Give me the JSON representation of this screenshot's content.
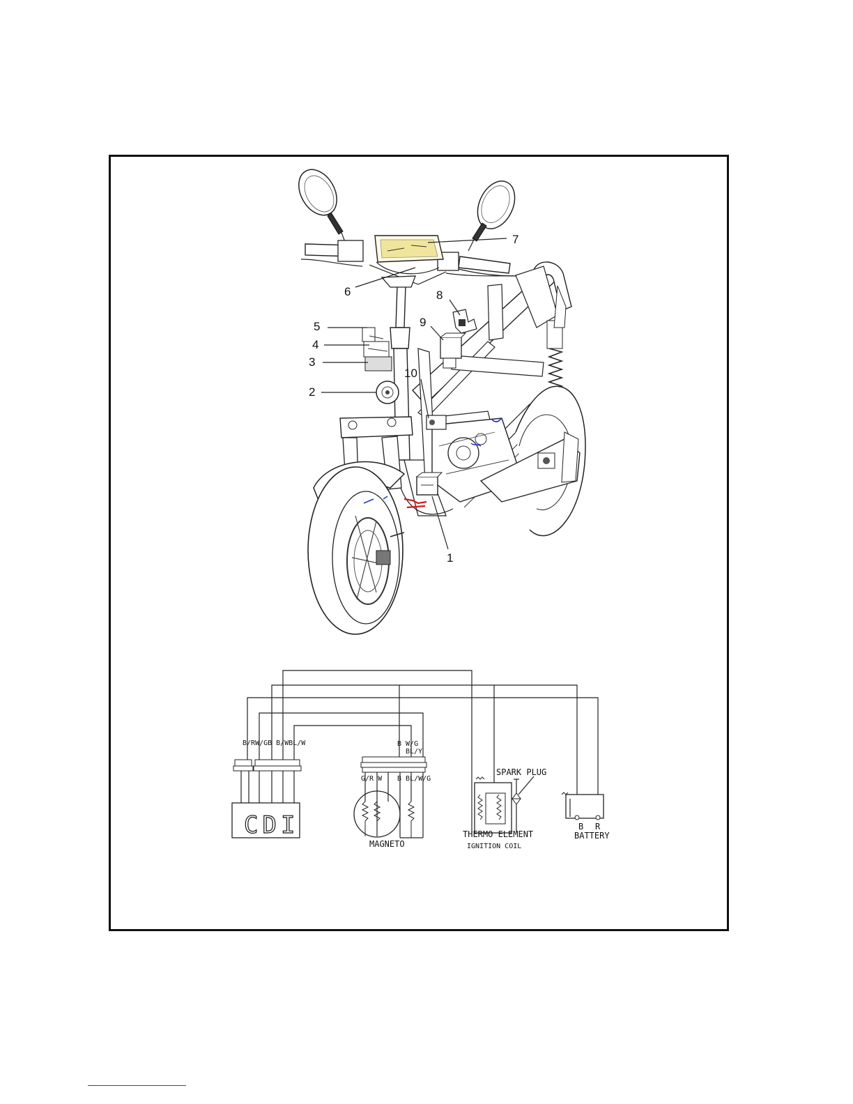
{
  "callouts": [
    {
      "id": "1",
      "label": "1"
    },
    {
      "id": "2",
      "label": "2"
    },
    {
      "id": "3",
      "label": "3"
    },
    {
      "id": "4",
      "label": "4"
    },
    {
      "id": "5",
      "label": "5"
    },
    {
      "id": "6",
      "label": "6"
    },
    {
      "id": "7",
      "label": "7"
    },
    {
      "id": "8",
      "label": "8"
    },
    {
      "id": "9",
      "label": "9"
    },
    {
      "id": "10",
      "label": "10"
    }
  ],
  "wiring": {
    "cdi": {
      "label": "CDI",
      "wire_labels": "B/RW/GB B/WBL/W"
    },
    "magneto": {
      "label": "MAGNETO",
      "wire_labels_top_1": "B    W/G",
      "wire_labels_top_2": "BL/Y",
      "wire_labels_bottom_left": "G/R W",
      "wire_labels_bottom_right": "B BL/W/G"
    },
    "ignition": {
      "spark_plug_label": "SPARK PLUG",
      "thermo_label": "THERMO ELEMENT",
      "coil_label": "IGNITION COIL"
    },
    "battery": {
      "label": "BATTERY",
      "terminal_b": "B",
      "terminal_r": "R"
    }
  },
  "colors": {
    "frame_border": "#111111",
    "line": "#222222",
    "highlight_yellow": "#e8d86a",
    "wire_red": "#d81818",
    "wire_blue": "#2a38c8",
    "footer_rule": "#1a3fcc"
  }
}
